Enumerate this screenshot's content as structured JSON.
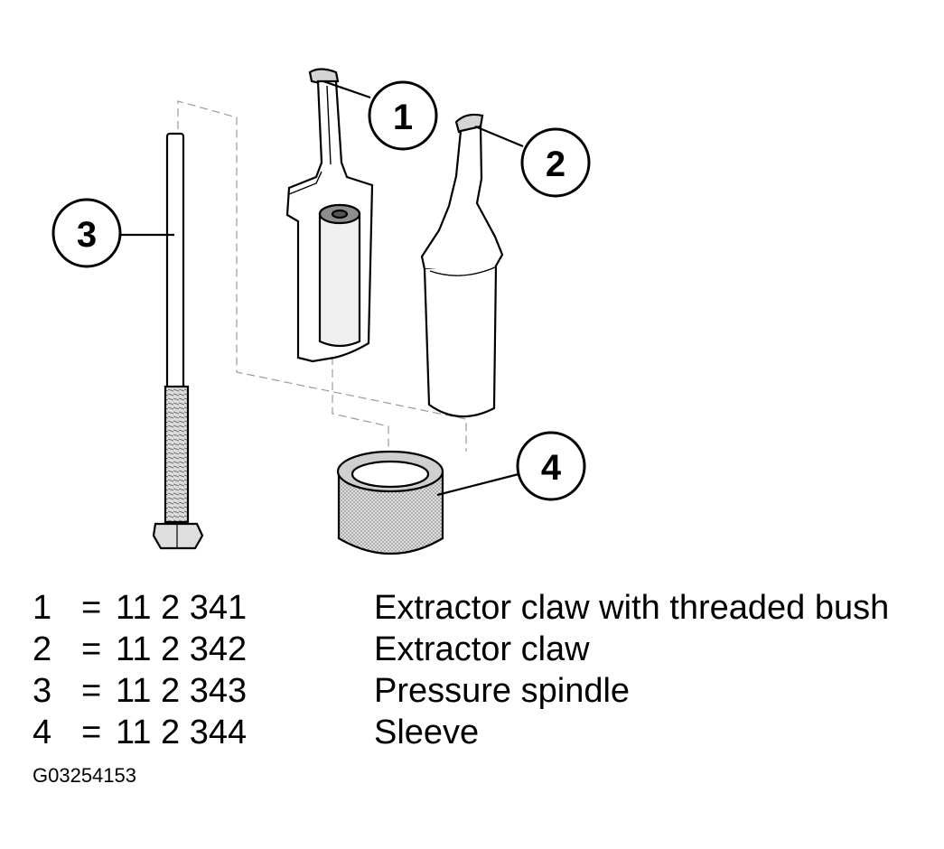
{
  "callouts": [
    "1",
    "2",
    "3",
    "4"
  ],
  "legend": [
    {
      "num": "1",
      "eq": "=",
      "code": "11 2 341",
      "desc": "Extractor claw with threaded bush"
    },
    {
      "num": "2",
      "eq": "=",
      "code": "11 2 342",
      "desc": "Extractor claw"
    },
    {
      "num": "3",
      "eq": "=",
      "code": "11 2 343",
      "desc": "Pressure spindle"
    },
    {
      "num": "4",
      "eq": "=",
      "code": "11 2 344",
      "desc": "Sleeve"
    }
  ],
  "figure_id": "G03254153"
}
